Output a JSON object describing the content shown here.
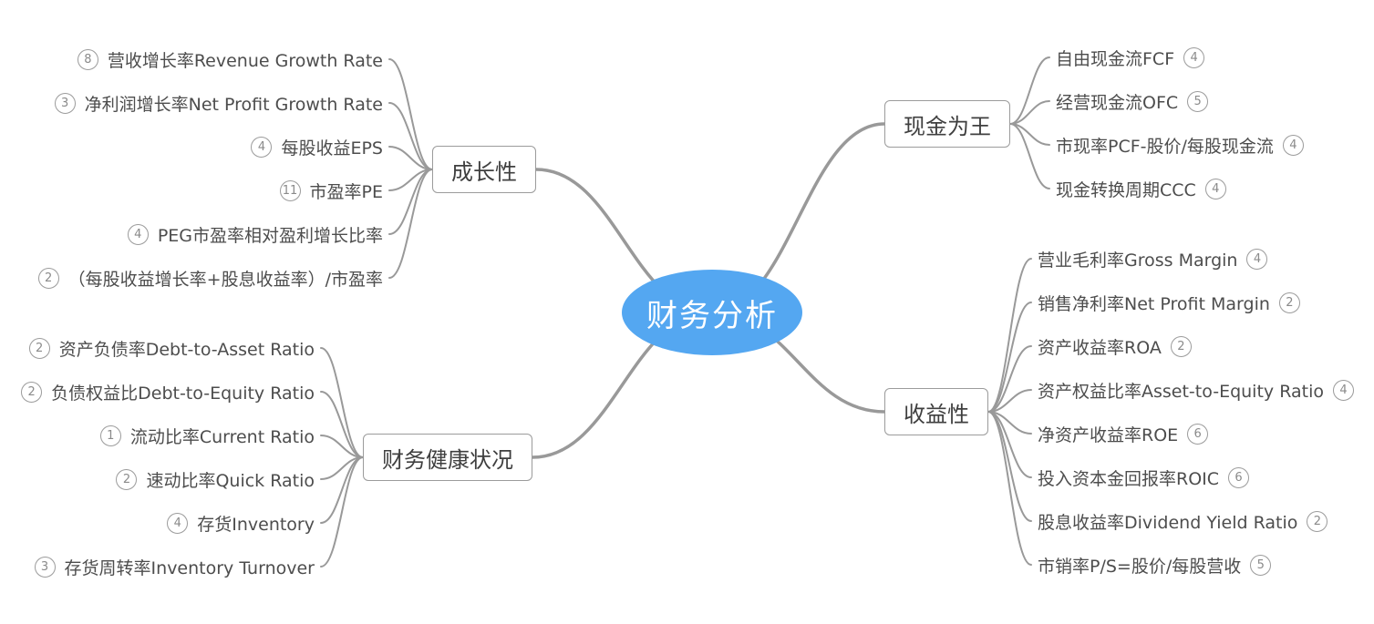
{
  "title": "财务分析",
  "colors": {
    "center_bg": "#54a7f1",
    "center_text": "#ffffff",
    "line": "#999999",
    "node_border": "#9b9b9b",
    "text": "#4d4d4d"
  },
  "branches": [
    {
      "id": "growth",
      "label": "成长性",
      "side": "left",
      "items": [
        {
          "badge": "8",
          "label": "营收增长率Revenue Growth Rate"
        },
        {
          "badge": "3",
          "label": "净利润增长率Net Profit Growth Rate"
        },
        {
          "badge": "4",
          "label": "每股收益EPS"
        },
        {
          "badge": "11",
          "label": "市盈率PE"
        },
        {
          "badge": "4",
          "label": "PEG市盈率相对盈利增长比率"
        },
        {
          "badge": "2",
          "label": "（每股收益增长率+股息收益率）/市盈率"
        }
      ]
    },
    {
      "id": "cash",
      "label": "现金为王",
      "side": "right",
      "items": [
        {
          "badge": "4",
          "label": "自由现金流FCF"
        },
        {
          "badge": "5",
          "label": "经营现金流OFC"
        },
        {
          "badge": "4",
          "label": "市现率PCF-股价/每股现金流"
        },
        {
          "badge": "4",
          "label": "现金转换周期CCC"
        }
      ]
    },
    {
      "id": "health",
      "label": "财务健康状况",
      "side": "left",
      "items": [
        {
          "badge": "2",
          "label": "资产负债率Debt-to-Asset Ratio"
        },
        {
          "badge": "2",
          "label": "负债权益比Debt-to-Equity Ratio"
        },
        {
          "badge": "1",
          "label": "流动比率Current Ratio"
        },
        {
          "badge": "2",
          "label": "速动比率Quick Ratio"
        },
        {
          "badge": "4",
          "label": "存货Inventory"
        },
        {
          "badge": "3",
          "label": "存货周转率Inventory Turnover"
        }
      ]
    },
    {
      "id": "profit",
      "label": "收益性",
      "side": "right",
      "items": [
        {
          "badge": "4",
          "label": "营业毛利率Gross Margin"
        },
        {
          "badge": "2",
          "label": "销售净利率Net Profit Margin"
        },
        {
          "badge": "2",
          "label": "资产收益率ROA"
        },
        {
          "badge": "4",
          "label": "资产权益比率Asset-to-Equity Ratio"
        },
        {
          "badge": "6",
          "label": "净资产收益率ROE"
        },
        {
          "badge": "6",
          "label": "投入资本金回报率ROIC"
        },
        {
          "badge": "2",
          "label": "股息收益率Dividend Yield Ratio"
        },
        {
          "badge": "5",
          "label": "市销率P/S=股价/每股营收"
        }
      ]
    }
  ]
}
